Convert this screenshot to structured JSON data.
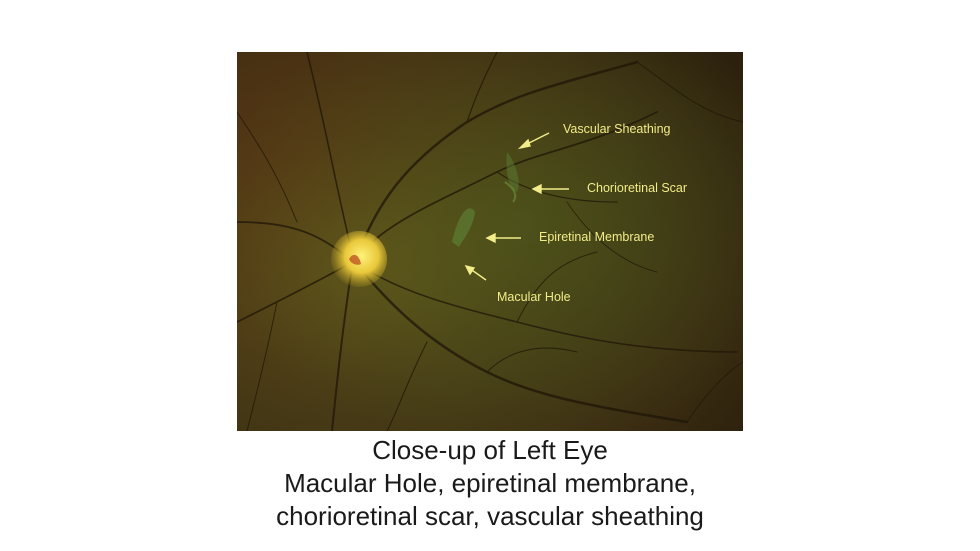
{
  "annotations": [
    {
      "id": "vascular-sheathing",
      "label": "Vascular Sheathing"
    },
    {
      "id": "chorioretinal-scar",
      "label": "Chorioretinal Scar"
    },
    {
      "id": "epiretinal-membrane",
      "label": "Epiretinal Membrane"
    },
    {
      "id": "macular-hole",
      "label": "Macular Hole"
    }
  ],
  "caption": {
    "line1": "Close-up of Left Eye",
    "line2": "Macular Hole, epiretinal membrane,",
    "line3": "chorioretinal scar, vascular sheathing"
  },
  "colors": {
    "annotation": "#f2ec8a",
    "caption": "#1a1a1a",
    "background": "#ffffff"
  }
}
